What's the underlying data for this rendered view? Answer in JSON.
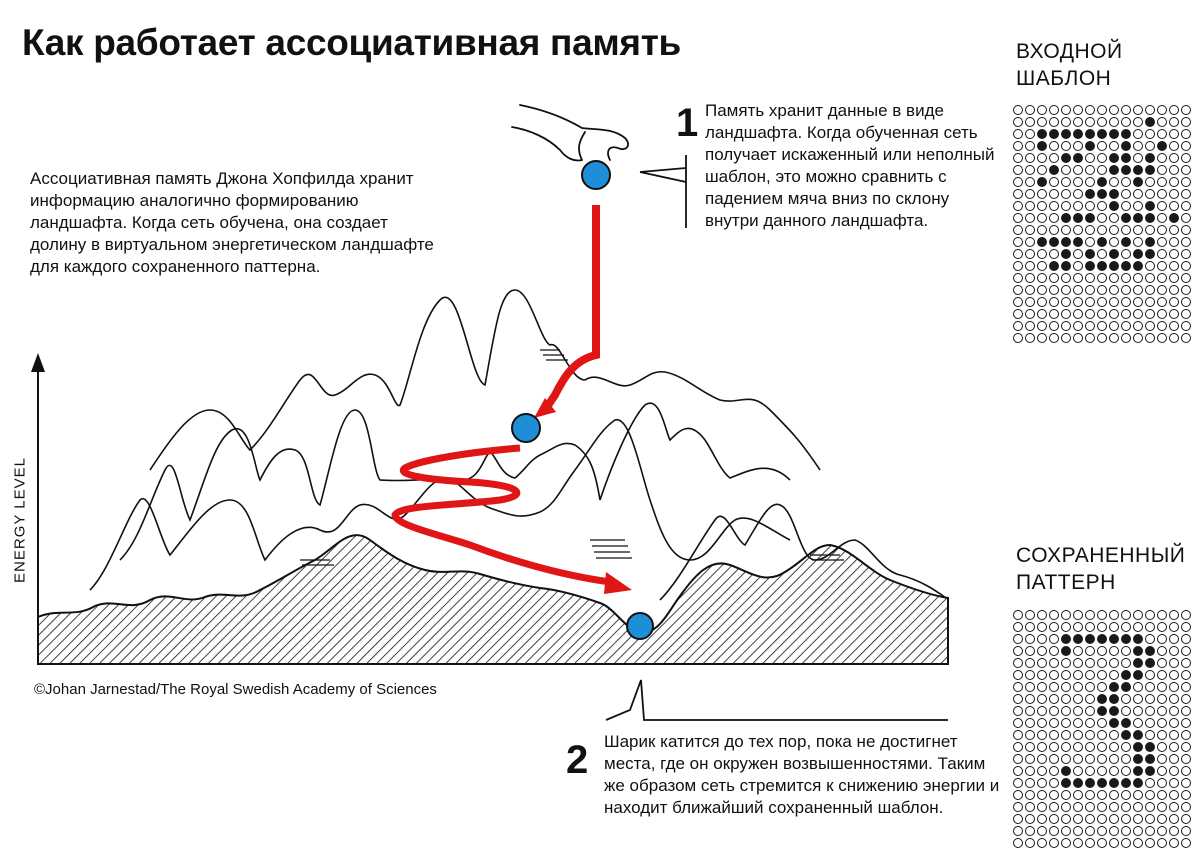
{
  "title": "Как работает ассоциативная память",
  "intro_text": "Ассоциативная память Джона Хопфилда хранит информацию аналогично формированию ландшафта. Когда сеть обучена, она создает долину в виртуальном энергетическом ландшафте для каждого сохраненного паттерна.",
  "step1": {
    "number": "1",
    "text": "Память хранит данные в виде ландшафта. Когда обученная сеть получает искаженный или неполный шаблон, это можно сравнить с падением мяча вниз по склону внутри данного ландшафта."
  },
  "step2": {
    "number": "2",
    "text": "Шарик катится до тех пор, пока не достигнет места, где он окружен возвышенностями. Таким же образом сеть стремится к снижению энергии и находит ближайший сохраненный шаблон."
  },
  "axis_label": "ENERGY LEVEL",
  "credit": "©Johan Jarnestad/The Royal Swedish Academy of Sciences",
  "input_pattern": {
    "title_line1": "ВХОДНОЙ",
    "title_line2": "ШАБЛОН",
    "rows": [
      "000000000000000",
      "000000000001000",
      "001111111100000",
      "001000100100100",
      "000011001101000",
      "000100001111000",
      "001000010010000",
      "000000111000000",
      "000000001001000",
      "000011100111010",
      "000000000000000",
      "001111010101000",
      "000010101011000",
      "000110111110000",
      "000000000000000",
      "000000000000000",
      "000000000000000",
      "000000000000000",
      "000000000000000",
      "000000000000000"
    ]
  },
  "stored_pattern": {
    "title_line1": "СОХРАНЕННЫЙ",
    "title_line2": "ПАТТЕРН",
    "rows": [
      "000000000000000",
      "000000000000000",
      "000011111110000",
      "000010000011000",
      "000000000011000",
      "000000000110000",
      "000000001100000",
      "000000011000000",
      "000000011000000",
      "000000001100000",
      "000000000110000",
      "000000000011000",
      "000000000011000",
      "000010000011000",
      "000011111110000",
      "000000000000000",
      "000000000000000",
      "000000000000000",
      "000000000000000",
      "000000000000000"
    ]
  },
  "colors": {
    "ball": "#1e8fd6",
    "path": "#e01616",
    "ink": "#111111"
  }
}
